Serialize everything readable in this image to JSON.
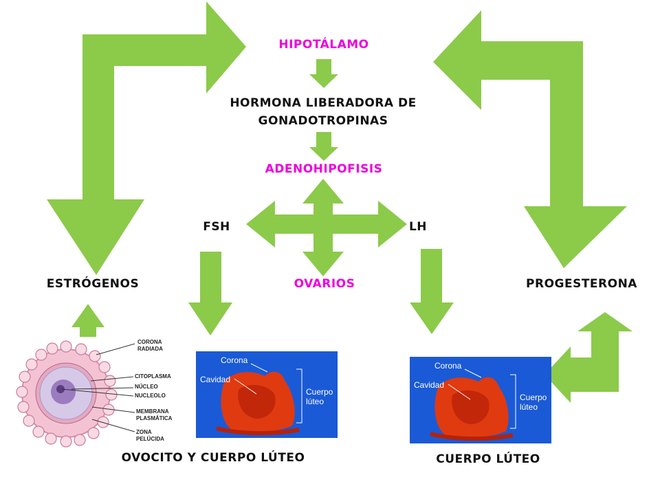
{
  "colors": {
    "arrow": "#8cca4a",
    "pink": "#ee00dd",
    "photo_bg": "#1a5ad6",
    "tissue": "#e03a10"
  },
  "labels": {
    "hipotalamo": "HIPOTÁLAMO",
    "hormona_1": "HORMONA LIBERADORA DE",
    "hormona_2": "GONADOTROPINAS",
    "adenohipofisis": "ADENOHIPOFISIS",
    "fsh": "FSH",
    "lh": "LH",
    "estrogenos": "ESTRÓGENOS",
    "ovarios": "OVARIOS",
    "progesterona": "PROGESTERONA",
    "ovocito_caption": "OVOCITO Y CUERPO LÚTEO",
    "cuerpo_caption": "CUERPO LÚTEO"
  },
  "oocyte": {
    "corona_1": "CORONA",
    "corona_2": "RADIADA",
    "citoplasma": "CITOPLASMA",
    "nucleo": "NÚCLEO",
    "nucleolo": "NUCLEOLO",
    "membrana_1": "MEMBRANA",
    "membrana_2": "PLASMÁTICA",
    "zona_1": "ZONA",
    "zona_2": "PELÚCIDA"
  },
  "photo_left": {
    "corona": "Corona",
    "cavidad": "Cavidad",
    "cuerpo_1": "Cuerpo",
    "cuerpo_2": "lúteo"
  },
  "photo_right": {
    "corona": "Corona",
    "cavidad": "Cavidad",
    "cuerpo_1": "Cuerpo",
    "cuerpo_2": "lúteo"
  }
}
